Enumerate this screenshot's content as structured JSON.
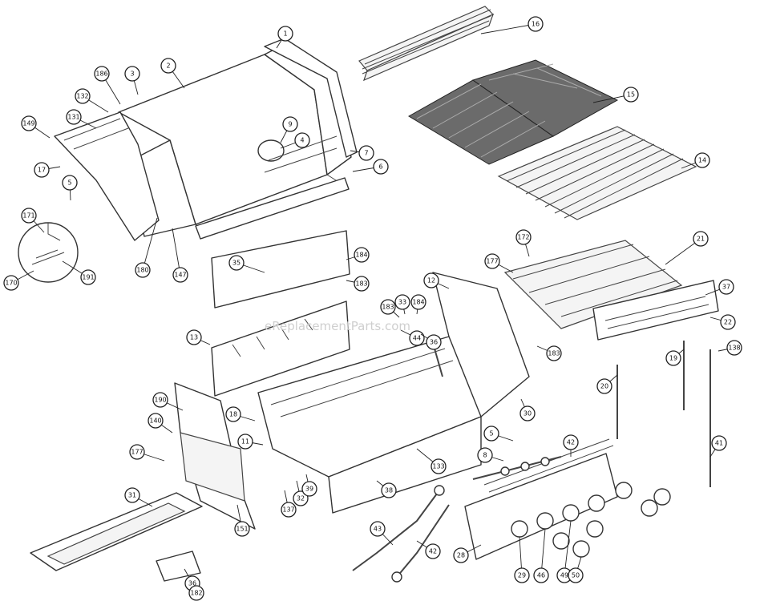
{
  "watermark": "eReplacementParts.com",
  "callouts": [
    "16",
    "15",
    "14",
    "2",
    "3",
    "186",
    "1",
    "132",
    "131",
    "149",
    "17",
    "5",
    "9",
    "4",
    "7",
    "6",
    "171",
    "170",
    "191",
    "180",
    "147",
    "35",
    "184",
    "183",
    "12",
    "177",
    "172",
    "21",
    "37",
    "22",
    "138",
    "183",
    "33",
    "184",
    "30",
    "183",
    "44",
    "36",
    "13",
    "190",
    "18",
    "140",
    "11",
    "177",
    "151",
    "137",
    "32",
    "39",
    "20",
    "19",
    "5",
    "8",
    "133",
    "38",
    "42",
    "28",
    "29",
    "46",
    "49",
    "50",
    "31",
    "36",
    "43",
    "42",
    "41",
    "182"
  ]
}
